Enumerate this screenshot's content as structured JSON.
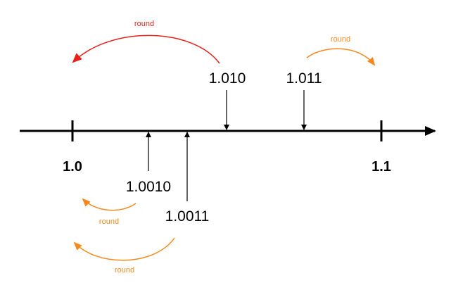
{
  "colors": {
    "red": "#e8201c",
    "orange": "#f5891f",
    "black": "#000000"
  },
  "number_line": {
    "ticks": [
      {
        "label": "1.0"
      },
      {
        "label": "1.1"
      }
    ]
  },
  "values_above": [
    {
      "label": "1.010"
    },
    {
      "label": "1.011"
    }
  ],
  "values_below": [
    {
      "label": "1.0010"
    },
    {
      "label": "1.0011"
    }
  ],
  "round_arrows": [
    {
      "label": "round",
      "color": "red"
    },
    {
      "label": "round",
      "color": "orange"
    },
    {
      "label": "round",
      "color": "orange"
    },
    {
      "label": "round",
      "color": "orange"
    }
  ]
}
